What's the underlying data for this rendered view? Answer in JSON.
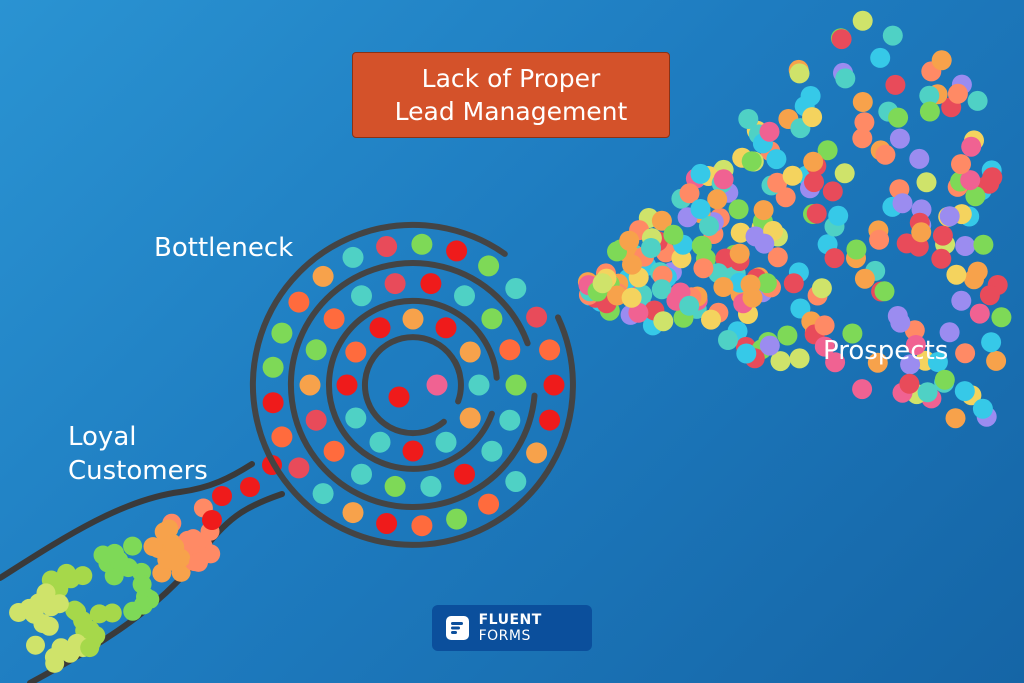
{
  "title": {
    "line1": "Lack of Proper",
    "line2": "Lead Management"
  },
  "labels": {
    "bottleneck": "Bottleneck",
    "prospects": "Prospects",
    "loyal_line1": "Loyal",
    "loyal_line2": "Customers"
  },
  "logo": {
    "brand_bold": "FLUENT",
    "brand_light": "FORMS"
  },
  "colors": {
    "background": "#1e7cc0",
    "title_box": "#d4522a",
    "maze_stroke": "#444444",
    "tube": "#3a3a3a"
  },
  "palette": [
    "#e84b5a",
    "#f7a24b",
    "#f4d35e",
    "#4fd1c5",
    "#36c9e8",
    "#7ed957",
    "#f06292",
    "#ff8a65",
    "#cfe36a",
    "#9b8cf0"
  ]
}
